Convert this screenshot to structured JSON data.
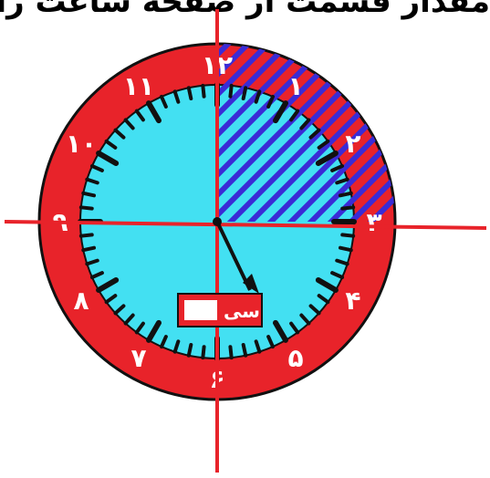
{
  "caption": "مقدار قسمت از صفحه ساعت را",
  "clock": {
    "brand_label": "سی",
    "numerals": [
      "۱۲",
      "۱",
      "۲",
      "۳",
      "۴",
      "۵",
      "۶",
      "۷",
      "۸",
      "۹",
      "۱۰",
      "۱۱"
    ],
    "colors": {
      "rim": "#e8232a",
      "face": "#43e0f2",
      "hatch": "#3a2bd6",
      "axis": "#e8232a",
      "ticks": "#111111",
      "numerals": "#ffffff"
    },
    "shaded_region": {
      "from_hour": 12,
      "to_hour": 3
    }
  }
}
